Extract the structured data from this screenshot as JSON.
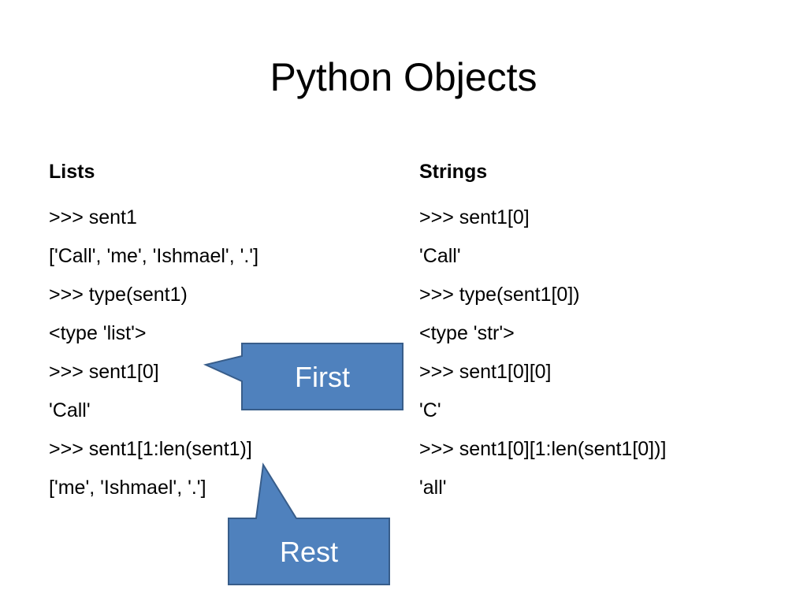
{
  "slide": {
    "title": "Python Objects"
  },
  "lists_column": {
    "heading": "Lists",
    "lines": [
      ">>> sent1",
      "['Call', 'me', 'Ishmael', '.']",
      ">>> type(sent1)",
      "<type 'list'>",
      ">>> sent1[0]",
      "'Call'",
      ">>> sent1[1:len(sent1)]",
      "['me', 'Ishmael', '.']"
    ]
  },
  "strings_column": {
    "heading": "Strings",
    "lines": [
      ">>> sent1[0]",
      "'Call'",
      ">>> type(sent1[0])",
      "<type 'str'>",
      ">>> sent1[0][0]",
      "'C'",
      ">>> sent1[0][1:len(sent1[0])]",
      "'all'"
    ]
  },
  "callouts": {
    "first": "First",
    "rest": "Rest"
  },
  "colors": {
    "callout_fill": "#4f81bd",
    "callout_border": "#385d8a",
    "callout_text": "#ffffff",
    "text": "#000000",
    "background": "#ffffff"
  }
}
